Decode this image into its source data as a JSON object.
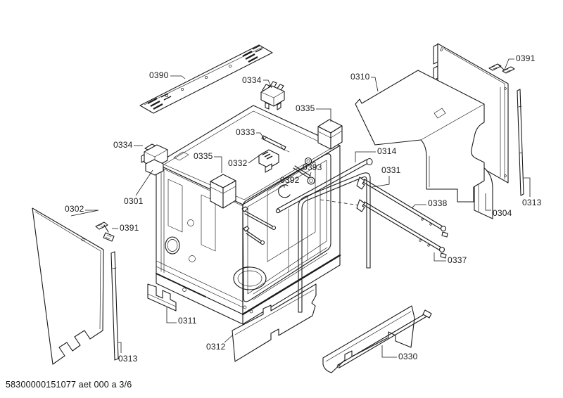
{
  "page": {
    "footer_code": "58300000151077 aet 000 a 3/6"
  },
  "colors": {
    "background": "#ffffff",
    "ink": "#1a1a1a"
  },
  "labels": [
    "0390",
    "0334",
    "0310",
    "0391",
    "0335",
    "0333",
    "0334",
    "0335",
    "0314",
    "0332",
    "0393",
    "0331",
    "0392",
    "0301",
    "0313",
    "0338",
    "0302",
    "0304",
    "0391",
    "0337",
    "0311",
    "0312",
    "0330",
    "0313"
  ]
}
